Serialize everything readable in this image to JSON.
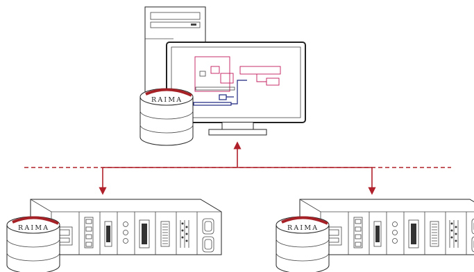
{
  "diagram": {
    "brand_text": "RAIMA",
    "nodes": [
      {
        "id": "workstation",
        "kind": "desktop computer with monitor and database",
        "db_label": "RAIMA"
      },
      {
        "id": "embedded-left",
        "kind": "industrial controller rack with database",
        "db_label": "RAIMA"
      },
      {
        "id": "embedded-right",
        "kind": "industrial controller rack with database",
        "db_label": "RAIMA"
      }
    ],
    "links": [
      {
        "from": "network-bus",
        "to": "workstation",
        "arrow": "up"
      },
      {
        "from": "network-bus",
        "to": "embedded-left",
        "arrow": "down"
      },
      {
        "from": "network-bus",
        "to": "embedded-right",
        "arrow": "down"
      }
    ]
  },
  "colors": {
    "network": "#b0202a",
    "outline": "#222222",
    "screen_pink": "#c2185b",
    "screen_blue": "#1a237e",
    "db_band": "#a52126"
  },
  "icons": [
    "desktop-tower-icon",
    "monitor-icon",
    "database-icon",
    "controller-rack-icon",
    "arrow-up-icon",
    "arrow-down-icon"
  ]
}
